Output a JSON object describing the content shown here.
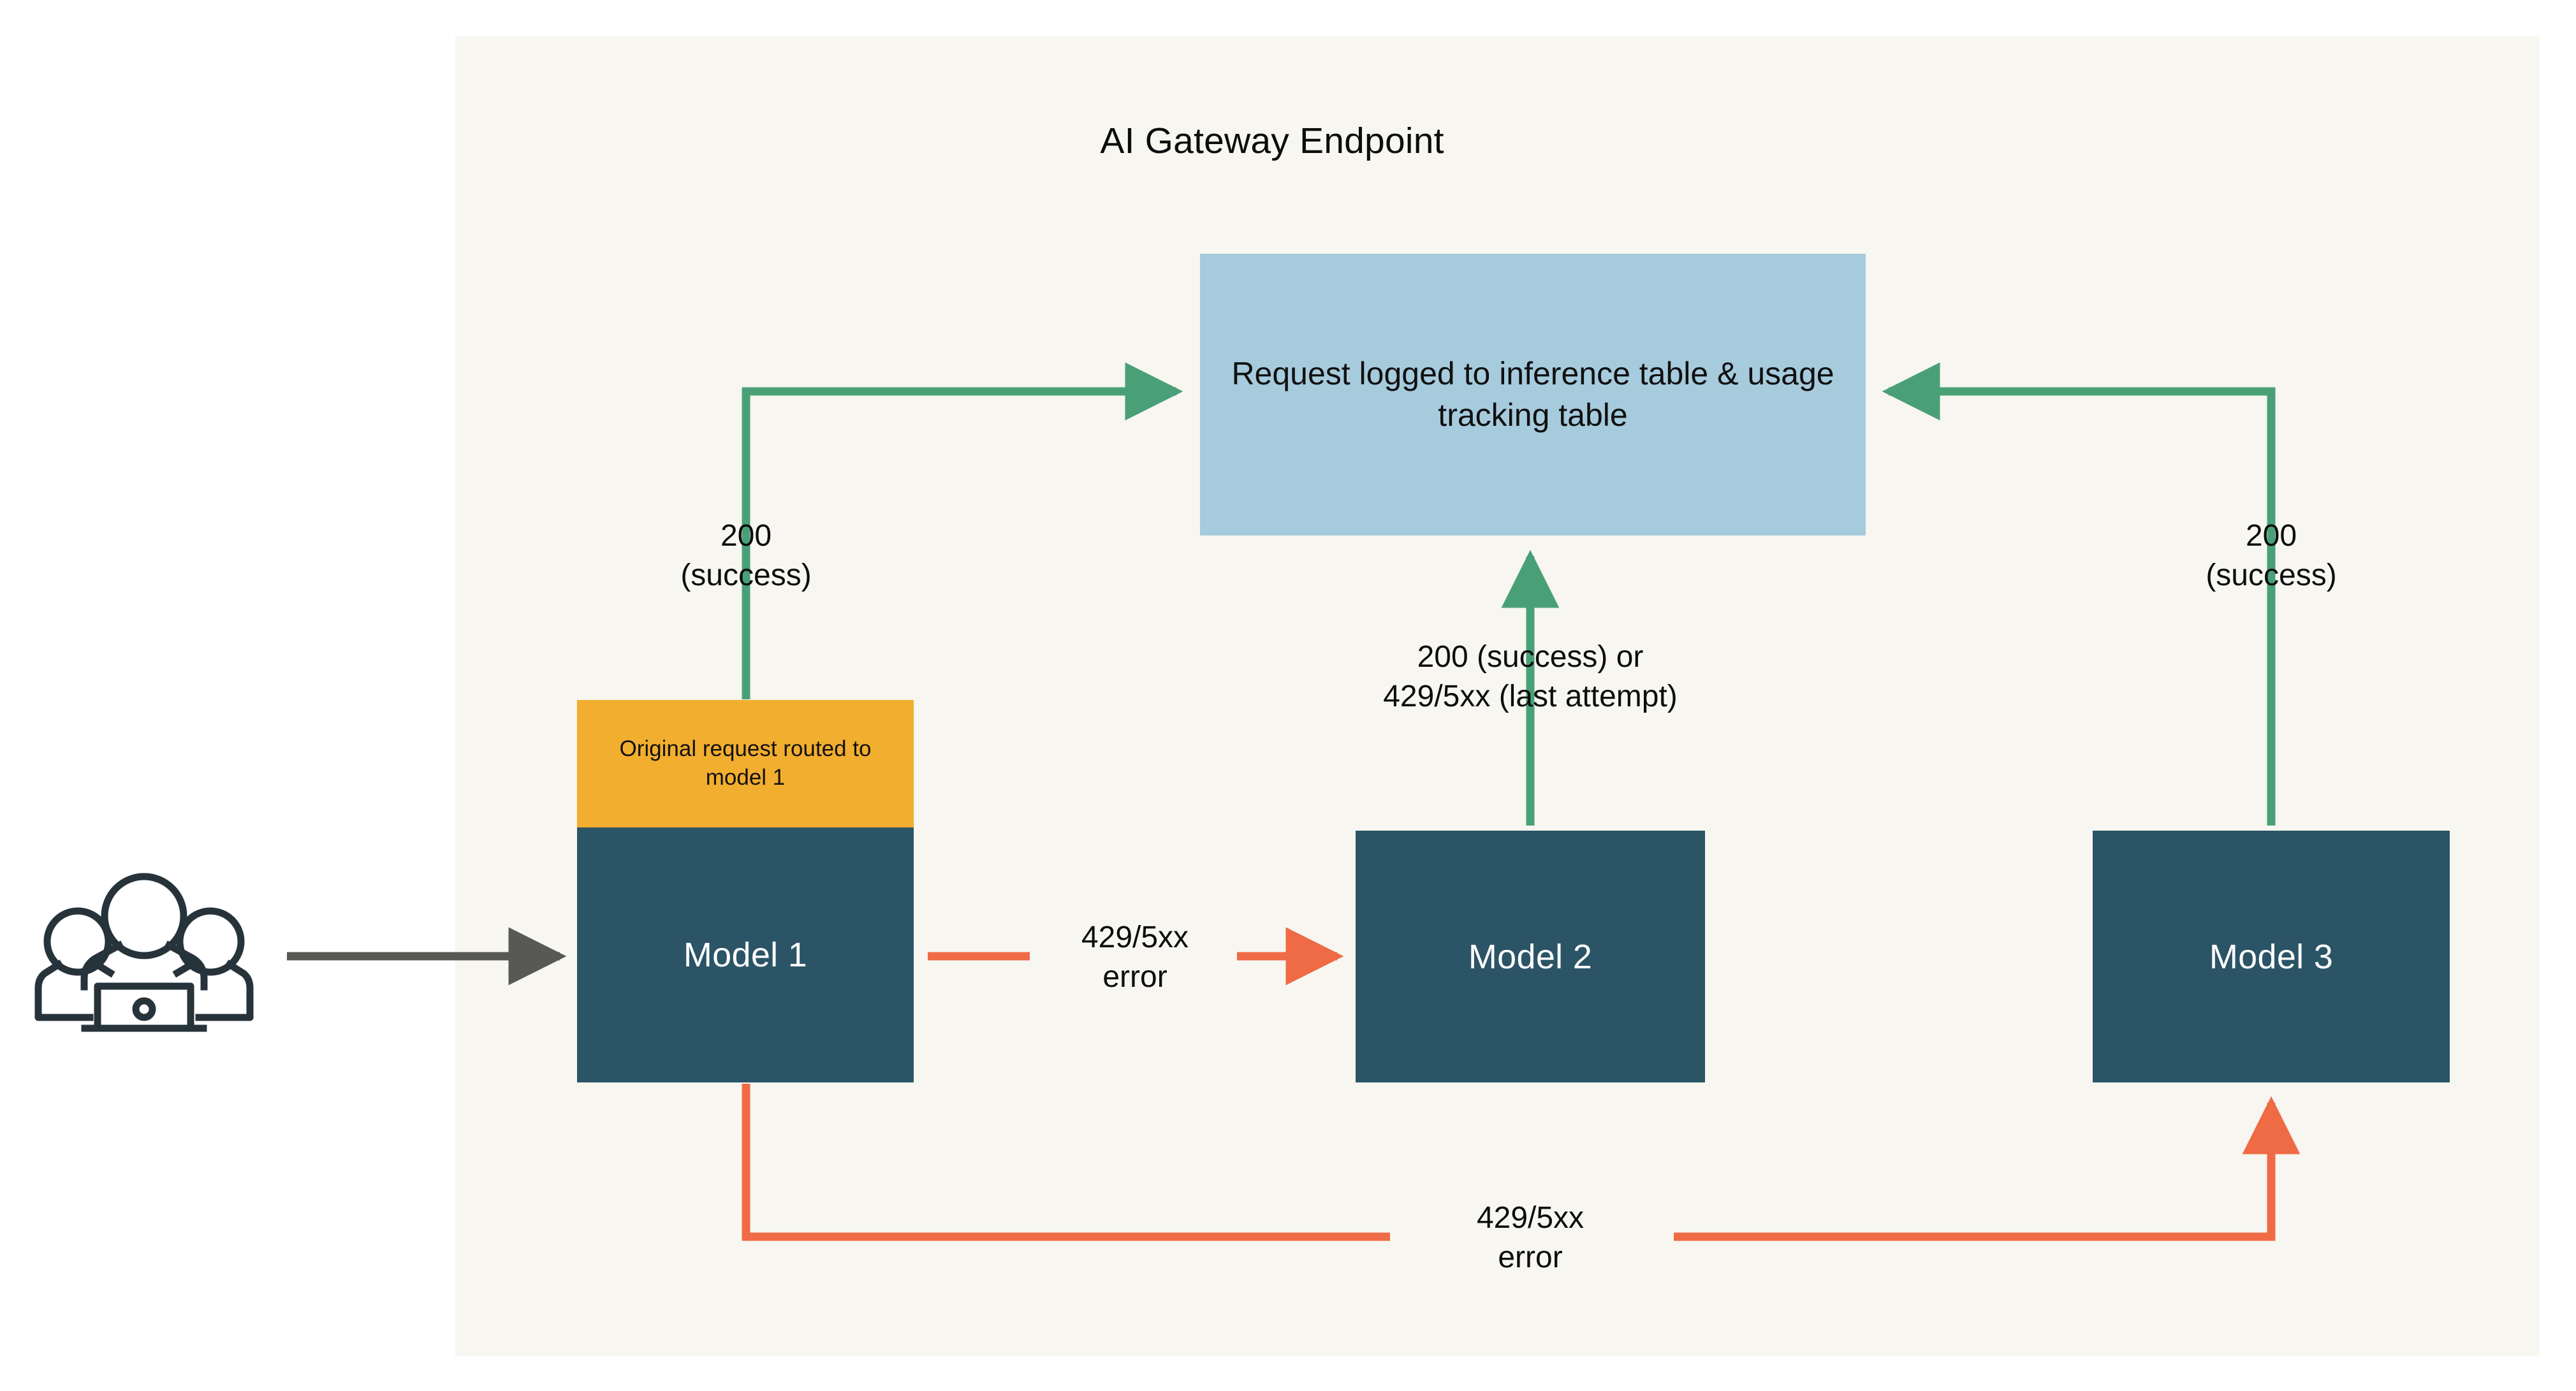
{
  "diagram": {
    "title": "AI Gateway Endpoint",
    "type": "flowchart",
    "background_color": "#ffffff",
    "panel_color": "#f7f6f1",
    "colors": {
      "model_box": "#2b5466",
      "banner": "#f2ae2e",
      "log_box": "#a6cbdd",
      "success_edge": "#4aa076",
      "error_edge": "#ef6b45",
      "request_edge": "#585856",
      "icon": "#27333a",
      "text_dark": "#0d0d0d",
      "text_light": "#ffffff"
    }
  },
  "nodes": {
    "users": {
      "icon": "users-laptop-icon",
      "label": ""
    },
    "model1": {
      "label": "Model 1"
    },
    "model2": {
      "label": "Model 2"
    },
    "model3": {
      "label": "Model 3"
    },
    "banner": {
      "label": "Original request\nrouted to model 1"
    },
    "log_table": {
      "label": "Request logged to inference\ntable & usage tracking table"
    }
  },
  "edge_labels": {
    "success_left": "200\n(success)",
    "success_right": "200\n(success)",
    "center_result": "200 (success) or\n429/5xx (last attempt)",
    "error_m1_m2": "429/5xx\nerror",
    "error_m1_m3": "429/5xx\nerror"
  },
  "chart_data": {
    "type": "diagram",
    "title": "AI Gateway Endpoint",
    "nodes": [
      {
        "id": "users",
        "label": "users with laptop",
        "shape": "icon"
      },
      {
        "id": "model1",
        "label": "Model 1",
        "shape": "rect",
        "color": "#2b5466"
      },
      {
        "id": "model2",
        "label": "Model 2",
        "shape": "rect",
        "color": "#2b5466"
      },
      {
        "id": "model3",
        "label": "Model 3",
        "shape": "rect",
        "color": "#2b5466"
      },
      {
        "id": "banner",
        "label": "Original request routed to model 1",
        "shape": "rect",
        "color": "#f2ae2e"
      },
      {
        "id": "log_table",
        "label": "Request logged to inference table & usage tracking table",
        "shape": "rect",
        "color": "#a6cbdd"
      }
    ],
    "edges": [
      {
        "from": "users",
        "to": "model1",
        "label": "",
        "color": "#585856"
      },
      {
        "from": "model1",
        "to": "log_table",
        "label": "200 (success)",
        "color": "#4aa076"
      },
      {
        "from": "model1",
        "to": "model2",
        "label": "429/5xx error",
        "color": "#ef6b45"
      },
      {
        "from": "model2",
        "to": "log_table",
        "label": "200 (success) or 429/5xx (last attempt)",
        "color": "#4aa076"
      },
      {
        "from": "model1",
        "to": "model3",
        "label": "429/5xx error",
        "color": "#ef6b45"
      },
      {
        "from": "model3",
        "to": "log_table",
        "label": "200 (success)",
        "color": "#4aa076"
      }
    ]
  }
}
